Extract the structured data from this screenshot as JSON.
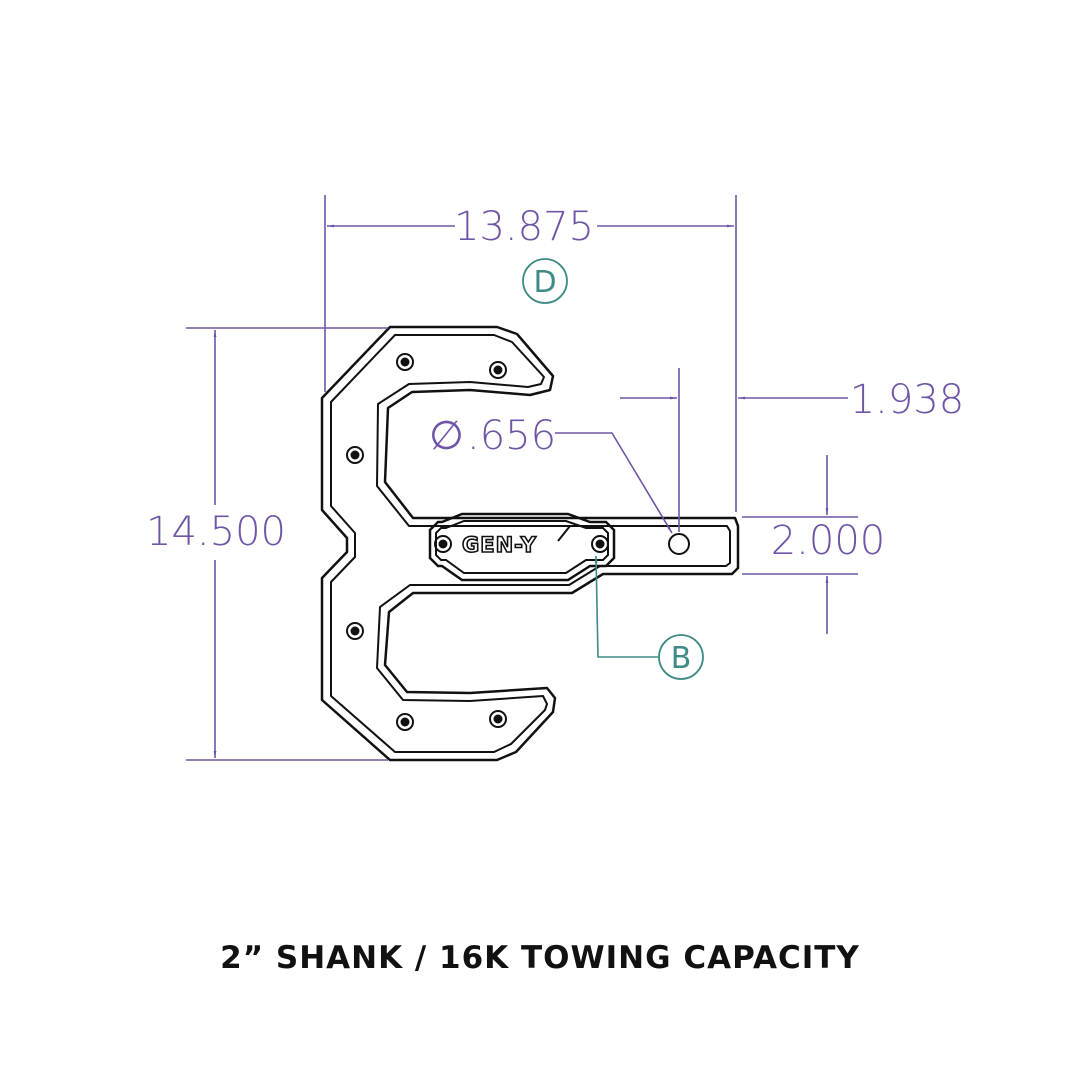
{
  "dimensions": {
    "overall_width": "13.875",
    "overall_height": "14.500",
    "shank_offset": "1.938",
    "shank_height": "2.000",
    "pin_hole_diameter": ".656",
    "diameter_symbol": "∅"
  },
  "callouts": {
    "top": "D",
    "shank": "B"
  },
  "logo_text": "GEN-Y",
  "caption": "2” SHANK / 16K TOWING CAPACITY",
  "colors": {
    "dimension": "#6f55a6",
    "callout": "#3e8a86",
    "outline": "#111111",
    "background": "#ffffff"
  }
}
